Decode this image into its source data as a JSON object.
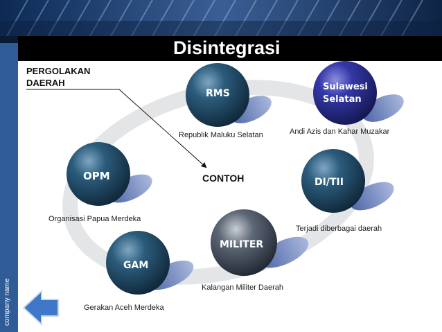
{
  "slide": {
    "title": "Disintegrasi",
    "sidebar_text": "company name",
    "heading": [
      "PERGOLAKAN",
      "DAERAH"
    ],
    "center_label": "CONTOH"
  },
  "nodes": {
    "rms": {
      "label": "RMS",
      "caption": "Republik Maluku Selatan"
    },
    "sulsel": {
      "label": [
        "Sulawesi",
        "Selatan"
      ],
      "caption": "Andi Azis dan Kahar Muzakar"
    },
    "opm": {
      "label": "OPM",
      "caption": "Organisasi Papua Merdeka"
    },
    "ditii": {
      "label": "DI/TII",
      "caption": "Terjadi diberbagai daerah"
    },
    "militer": {
      "label": "MILITER",
      "caption": "Kalangan Militer Daerah"
    },
    "gam": {
      "label": "GAM",
      "caption": "Gerakan Aceh Merdeka"
    }
  },
  "colors": {
    "sidebar": "#2f5b96",
    "title_bar": "#000000",
    "ball_dark": "#163a52",
    "ball_purple": "#2a2f8c",
    "shadow": "#6a82b8",
    "ring": "#e2e4e6",
    "back_arrow": "#3f78c8"
  },
  "icons": {
    "back": "left-arrow-icon"
  }
}
